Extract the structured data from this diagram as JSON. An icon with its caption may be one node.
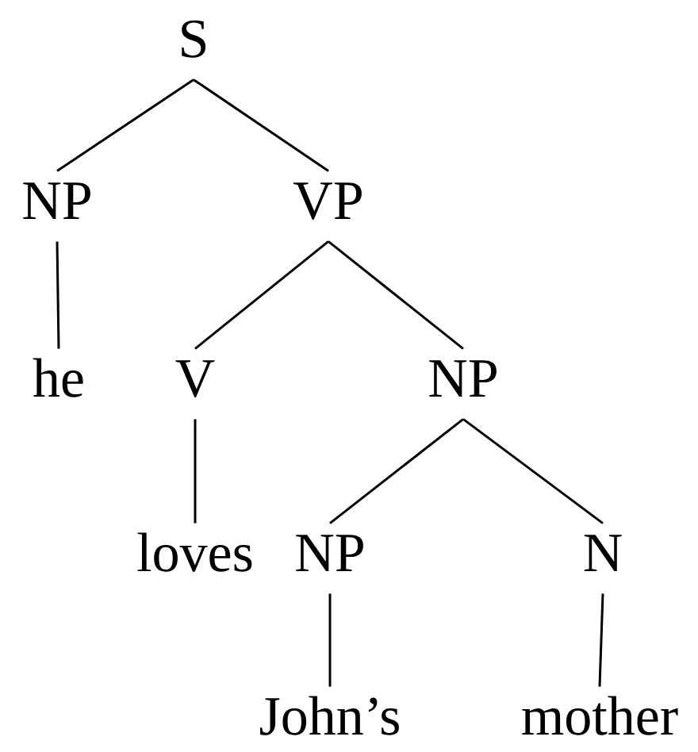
{
  "diagram": {
    "nodes": [
      {
        "text": [
          "S"
        ]
      },
      {
        "text": [
          "NP"
        ]
      },
      {
        "text": [
          "VP"
        ]
      },
      {
        "text": [
          "he"
        ]
      },
      {
        "text": [
          "V"
        ]
      },
      {
        "text": [
          "NP"
        ]
      },
      {
        "text": [
          "loves"
        ]
      },
      {
        "text": [
          "NP"
        ]
      },
      {
        "text": [
          "N"
        ]
      },
      {
        "text": [
          "John’s"
        ]
      },
      {
        "text": [
          "mother"
        ]
      }
    ],
    "edges": [
      {
        "from": 0,
        "to": 1,
        "arrow": "none"
      },
      {
        "from": 0,
        "to": 2,
        "arrow": "none"
      },
      {
        "from": 1,
        "to": 3,
        "arrow": "none"
      },
      {
        "from": 2,
        "to": 4,
        "arrow": "none"
      },
      {
        "from": 2,
        "to": 5,
        "arrow": "none"
      },
      {
        "from": 4,
        "to": 6,
        "arrow": "none"
      },
      {
        "from": 5,
        "to": 7,
        "arrow": "none"
      },
      {
        "from": 5,
        "to": 8,
        "arrow": "none"
      },
      {
        "from": 7,
        "to": 9,
        "arrow": "none"
      },
      {
        "from": 8,
        "to": 10,
        "arrow": "none"
      }
    ]
  }
}
